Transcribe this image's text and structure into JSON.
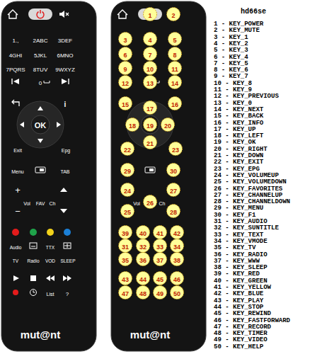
{
  "diagram": {
    "title": "hd66se",
    "labels": [
      "1.,",
      "2ABC",
      "3DEF",
      "4GHI",
      "5JKL",
      "6MNO",
      "7PQRS",
      "8TUV",
      "9WXYZ",
      "0",
      "i",
      "OK",
      "Exit",
      "Epg",
      "Menu",
      "TAB",
      "+",
      "−",
      "Vol",
      "FAV",
      "Ch",
      "Audio",
      "TTX",
      "TV",
      "Radio",
      "VOD",
      "SLEEP",
      "List",
      "?",
      "mut@nt",
      "Vol",
      "Ch",
      "mut@nt",
      "1",
      "2",
      "3",
      "4",
      "5",
      "6",
      "7",
      "8",
      "9",
      "10",
      "11",
      "12",
      "13",
      "14",
      "15",
      "16",
      "17",
      "18",
      "19",
      "20",
      "21",
      "22",
      "23",
      "24",
      "25",
      "26",
      "27",
      "28",
      "29",
      "30",
      "31",
      "32",
      "33",
      "34",
      "35",
      "36",
      "37",
      "38",
      "39",
      "40",
      "41",
      "42",
      "43",
      "44",
      "45",
      "46",
      "47",
      "48",
      "49",
      "50",
      "1 - KEY_POWER",
      "2 - KEY_MUTE",
      "3 - KEY_1",
      "4 - KEY_2",
      "5 - KEY_3",
      "6 - KEY_4",
      "7 - KEY_5",
      "8 - KEY_6",
      "9 - KEY_7",
      "10 - KEY_8",
      "11 - KEY_9",
      "12 - KEY_PREVIOUS",
      "13 - KEY_0",
      "14 - KEY_NEXT",
      "15 - KEY_BACK",
      "16 - KEY_INFO",
      "17 - KEY_UP",
      "18 - KEY_LEFT",
      "19 - KEY_OK",
      "20 - KEY_RIGHT",
      "21 - KEY_DOWN",
      "22 - KEY_EXIT",
      "23 - KEY_EPG",
      "24 - KEY_VOLUMEUP",
      "25 - KEY_VOLUMEDOWN",
      "26 - KEY_FAVORITES",
      "27 - KEY_CHANNELUP",
      "28 - KEY_CHANNELDOWN",
      "29 - KEY_MENU",
      "30 - KEY_F1",
      "31 - KEY_AUDIO",
      "32 - KEY_SUNTITLE",
      "33 - KEY_TEXT",
      "34 - KEY_VMODE",
      "35 - KEY_TV",
      "36 - KEY_RADIO",
      "37 - KEY_WWW",
      "38 - KEY_SLEEP",
      "39 - KEY_RED",
      "40 - KEY_GREEN",
      "41 - KEY_YELLOW",
      "42 - KEY_BLUE",
      "43 - KEY_PLAY",
      "44 - KEY_STOP",
      "45 - KEY_REWIND",
      "46 - KEY_FASTFORWARD",
      "47 - KEY_RECORD",
      "48 - KEY_TIMER",
      "49 - KEY_VIDEO",
      "50 - KEY_HELP"
    ]
  }
}
